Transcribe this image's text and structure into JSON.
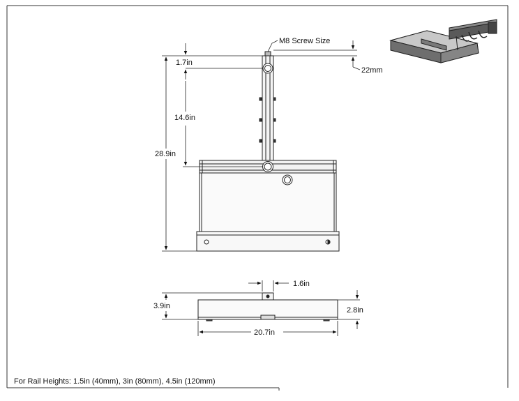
{
  "drawing": {
    "screw_label": "M8 Screw Size",
    "offset_label": "22mm",
    "dim_top": "1.7in",
    "dim_mid": "14.6in",
    "dim_total_height": "28.9in",
    "dim_width": "20.7in",
    "dim_side_height": "3.9in",
    "dim_base_height": "2.8in",
    "dim_post": "1.6in",
    "rail_heights_note": "For Rail Heights: 1.5in (40mm), 3in (80mm), 4.5in (120mm)"
  }
}
